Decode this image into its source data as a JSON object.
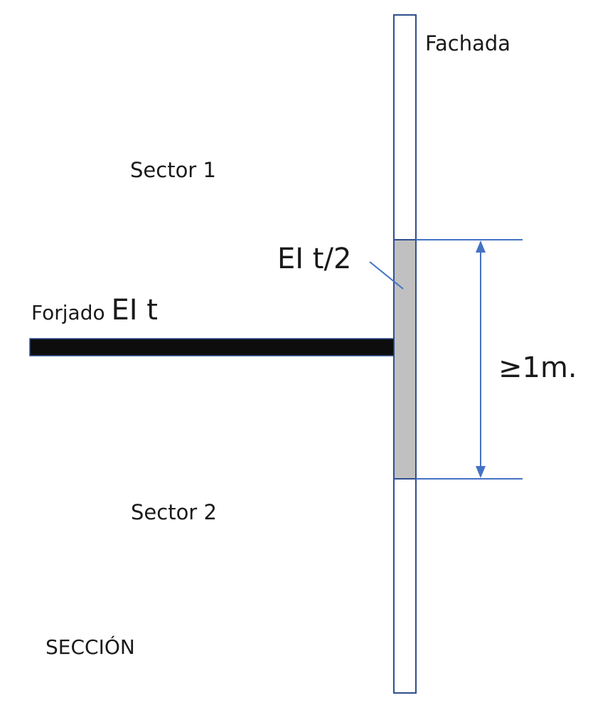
{
  "labels": {
    "facade": "Fachada",
    "sector_1": "Sector 1",
    "sector_2": "Sector 2",
    "section": "SECCIÓN",
    "slab_prefix": "Forjado ",
    "slab_rating": "EI t",
    "band_rating": "EI t/2",
    "band_dimension": "≥1m."
  },
  "colors": {
    "outline_blue": "#2f4f8f",
    "dimension_blue": "#4472c4",
    "band_fill": "#c0c0c0",
    "slab_fill": "#0d0d0d"
  }
}
